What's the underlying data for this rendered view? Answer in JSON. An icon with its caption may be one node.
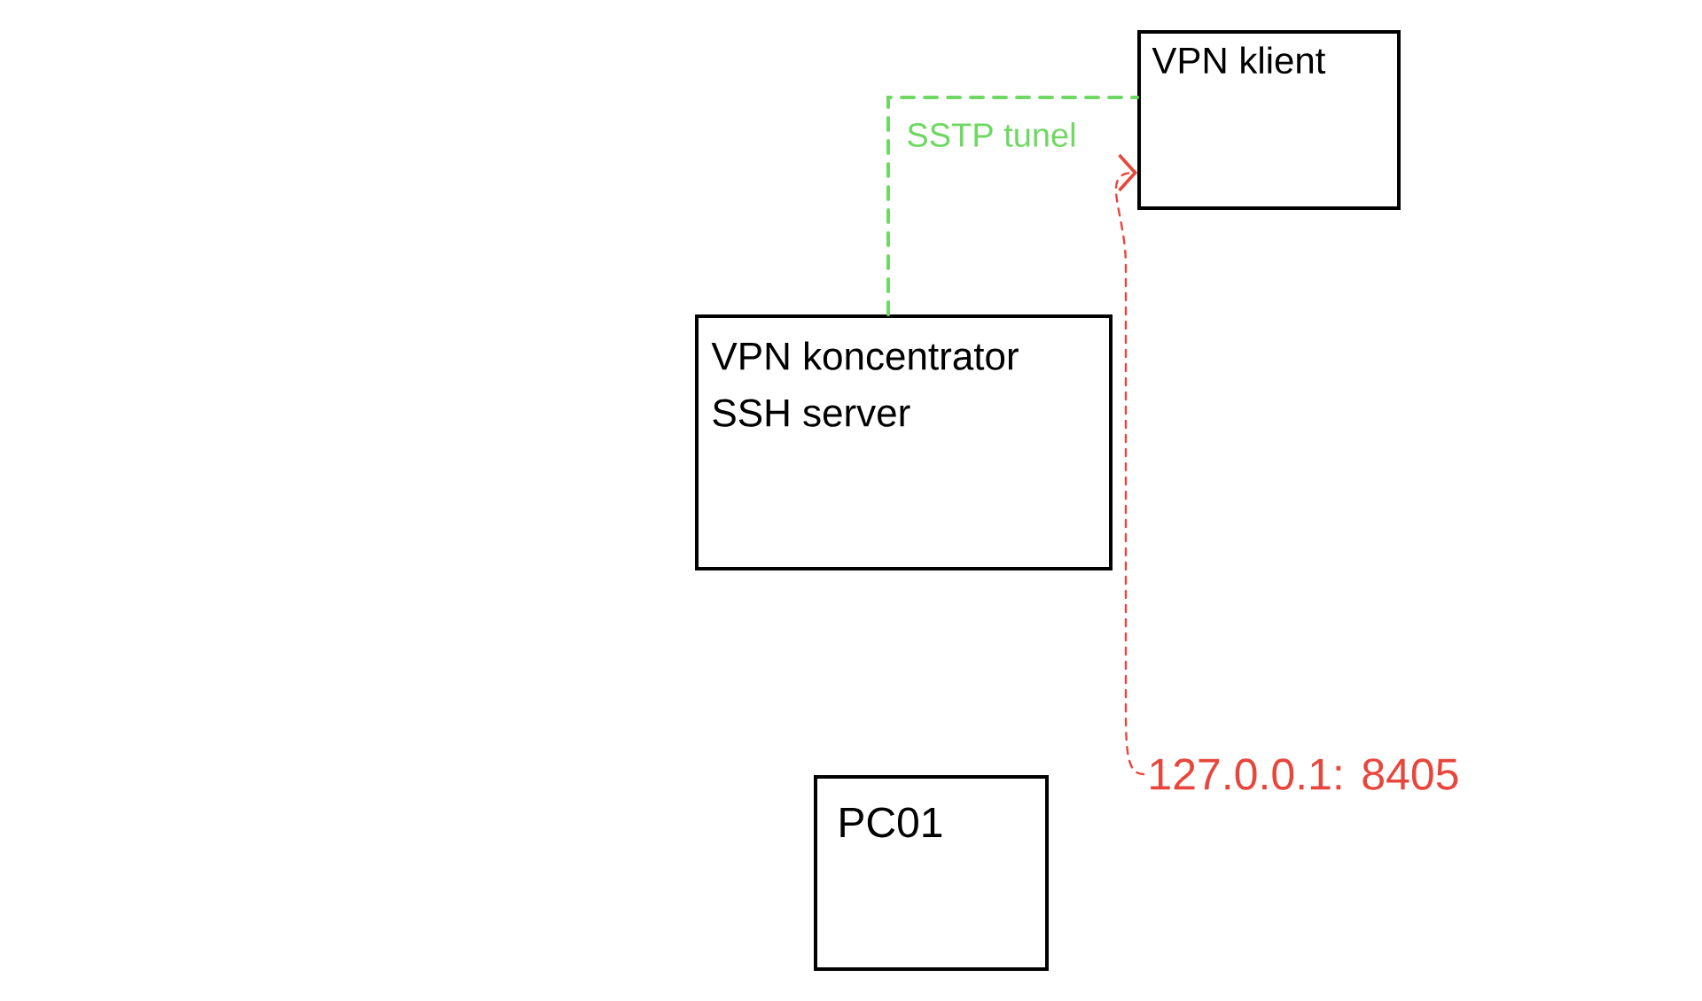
{
  "diagram": {
    "nodes": [
      {
        "text": [
          "VPN klient"
        ]
      },
      {
        "text": [
          "VPN koncentrator",
          "SSH server"
        ]
      },
      {
        "text": [
          "PC01"
        ]
      },
      {
        "text": [
          "127.0.0.1: 8405"
        ]
      }
    ],
    "edges": [
      {
        "from": 1,
        "to": 0,
        "arrow": "none",
        "label": "SSTP tunel",
        "style": "dashed",
        "color": "#6fd862"
      },
      {
        "from": 3,
        "to": 0,
        "arrow": "to",
        "style": "dashed",
        "color": "#e8463c"
      }
    ]
  }
}
